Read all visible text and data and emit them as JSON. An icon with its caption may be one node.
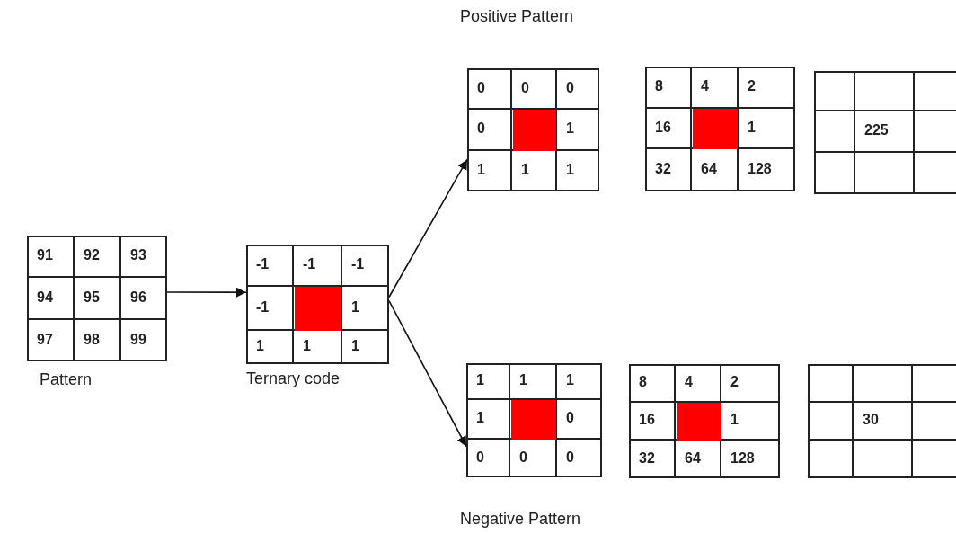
{
  "diagram": {
    "nodes": [
      {
        "text": [
          "91",
          "92",
          "93",
          "94",
          "95",
          "96",
          "97",
          "98",
          "99"
        ],
        "beside": [
          "Pattern"
        ]
      },
      {
        "text": [
          "-1",
          "-1",
          "-1",
          "-1",
          "1",
          "1",
          "1",
          "1"
        ],
        "beside": [
          "Ternary code"
        ]
      },
      {
        "text": [
          "0",
          "0",
          "0",
          "0",
          "1",
          "1",
          "1",
          "1"
        ]
      },
      {
        "text": [
          "8",
          "4",
          "2",
          "16",
          "1",
          "32",
          "64",
          "128"
        ]
      },
      {
        "text": [
          "225"
        ]
      },
      {
        "text": [
          "1",
          "1",
          "1",
          "1",
          "0",
          "0",
          "0",
          "0"
        ]
      },
      {
        "text": [
          "8",
          "4",
          "2",
          "16",
          "1",
          "32",
          "64",
          "128"
        ]
      },
      {
        "text": [
          "30"
        ]
      }
    ],
    "edges": [
      {
        "from": 0,
        "to": 1,
        "arrow": "to"
      },
      {
        "from": 1,
        "to": 2,
        "arrow": "to"
      },
      {
        "from": 1,
        "to": 5,
        "arrow": "to"
      }
    ],
    "labels": [
      "Positive Pattern",
      "Negative Pattern"
    ]
  }
}
